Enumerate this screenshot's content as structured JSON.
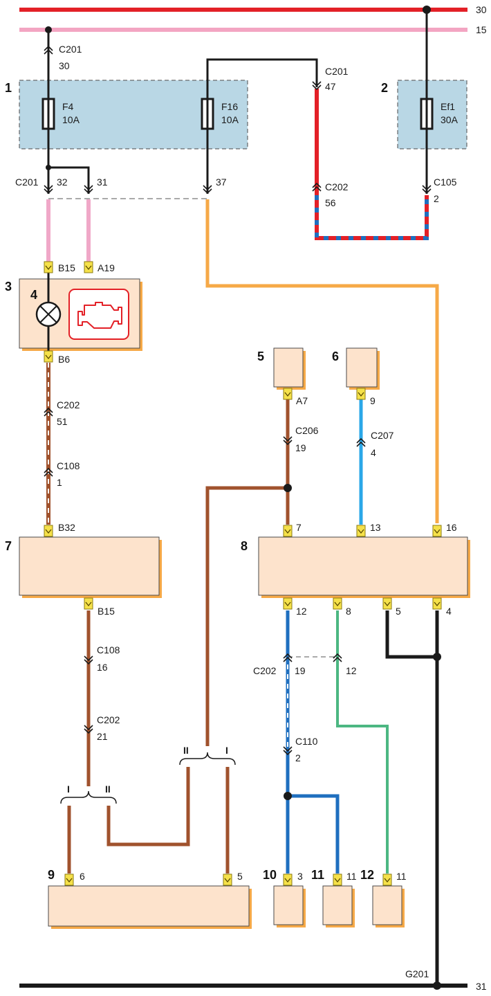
{
  "buses": {
    "b30": {
      "label": "30",
      "color": "#e32027"
    },
    "b15": {
      "label": "15",
      "color": "#f3a5c2"
    },
    "b31": {
      "label": "31",
      "color": "#1a1a1a"
    }
  },
  "components": {
    "c1": "1",
    "c2": "2",
    "c3": "3",
    "c4": "4",
    "c5": "5",
    "c6": "6",
    "c7": "7",
    "c8": "8",
    "c9": "9",
    "c10": "10",
    "c11": "11",
    "c12": "12"
  },
  "fuses": {
    "f4": {
      "name": "F4",
      "rating": "10A"
    },
    "f16": {
      "name": "F16",
      "rating": "10A"
    },
    "ef1": {
      "name": "Ef1",
      "rating": "30A"
    }
  },
  "connectors": {
    "c201_30": {
      "id": "C201",
      "pin": "30"
    },
    "c201_47": {
      "id": "C201",
      "pin": "47"
    },
    "c201_32": {
      "id": "C201",
      "pin": "32"
    },
    "c201_31": {
      "pin": "31"
    },
    "c201_37": {
      "pin": "37"
    },
    "c202_56": {
      "id": "C202",
      "pin": "56"
    },
    "c105_2": {
      "id": "C105",
      "pin": "2"
    },
    "c202_51": {
      "id": "C202",
      "pin": "51"
    },
    "c108_1": {
      "id": "C108",
      "pin": "1"
    },
    "c206_19": {
      "id": "C206",
      "pin": "19"
    },
    "c207_4": {
      "id": "C207",
      "pin": "4"
    },
    "c108_16": {
      "id": "C108",
      "pin": "16"
    },
    "c202_21": {
      "id": "C202",
      "pin": "21"
    },
    "c202_19": {
      "id": "C202",
      "pin": "19"
    },
    "c202_12": {
      "pin": "12"
    },
    "c110_2": {
      "id": "C110",
      "pin": "2"
    }
  },
  "pins": {
    "b15_top": "B15",
    "a19": "A19",
    "b6": "B6",
    "b32": "B32",
    "b15_bot": "B15",
    "a7": "A7",
    "p9": "9",
    "p7": "7",
    "p13": "13",
    "p16": "16",
    "p12": "12",
    "p8": "8",
    "p5": "5",
    "p4": "4",
    "p6_c9": "6",
    "p5_c9": "5",
    "p3": "3",
    "p11a": "11",
    "p11b": "11"
  },
  "variants": {
    "left_i": "I",
    "left_ii": "II",
    "right_ii": "II",
    "right_i": "I"
  },
  "ground": {
    "label": "G201"
  },
  "wire_colors": {
    "black": "#1a1a1a",
    "red": "#e32027",
    "pink": "#f0a8c8",
    "orange": "#f6a947",
    "brown": "#a0522d",
    "blue": "#1f6fbf",
    "light_blue": "#2aa7e8",
    "green": "#4cb782",
    "box_fill": "#fde3cc",
    "fusebox_fill": "#b9d7e5",
    "pin_yellow": "#f5e14a",
    "icon_red": "#e32027"
  }
}
